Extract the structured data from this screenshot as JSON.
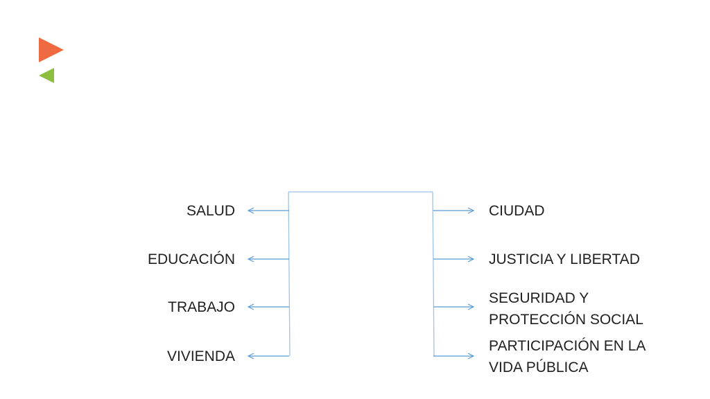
{
  "colors": {
    "accent_orange": "#ef6a43",
    "accent_green": "#8cbf3f",
    "connector_blue": "#5b9bd5",
    "box_border": "#9dc3e6",
    "text": "#1f1f1f"
  },
  "diagram": {
    "left_items": [
      {
        "label": "SALUD"
      },
      {
        "label": "EDUCACIÓN"
      },
      {
        "label": "TRABAJO"
      },
      {
        "label": "VIVIENDA"
      }
    ],
    "right_items": [
      {
        "label": "CIUDAD"
      },
      {
        "label": "JUSTICIA Y LIBERTAD"
      },
      {
        "label": "SEGURIDAD Y\nPROTECCIÓN SOCIAL"
      },
      {
        "label": "PARTICIPACIÓN EN LA\nVIDA PÚBLICA"
      }
    ]
  }
}
